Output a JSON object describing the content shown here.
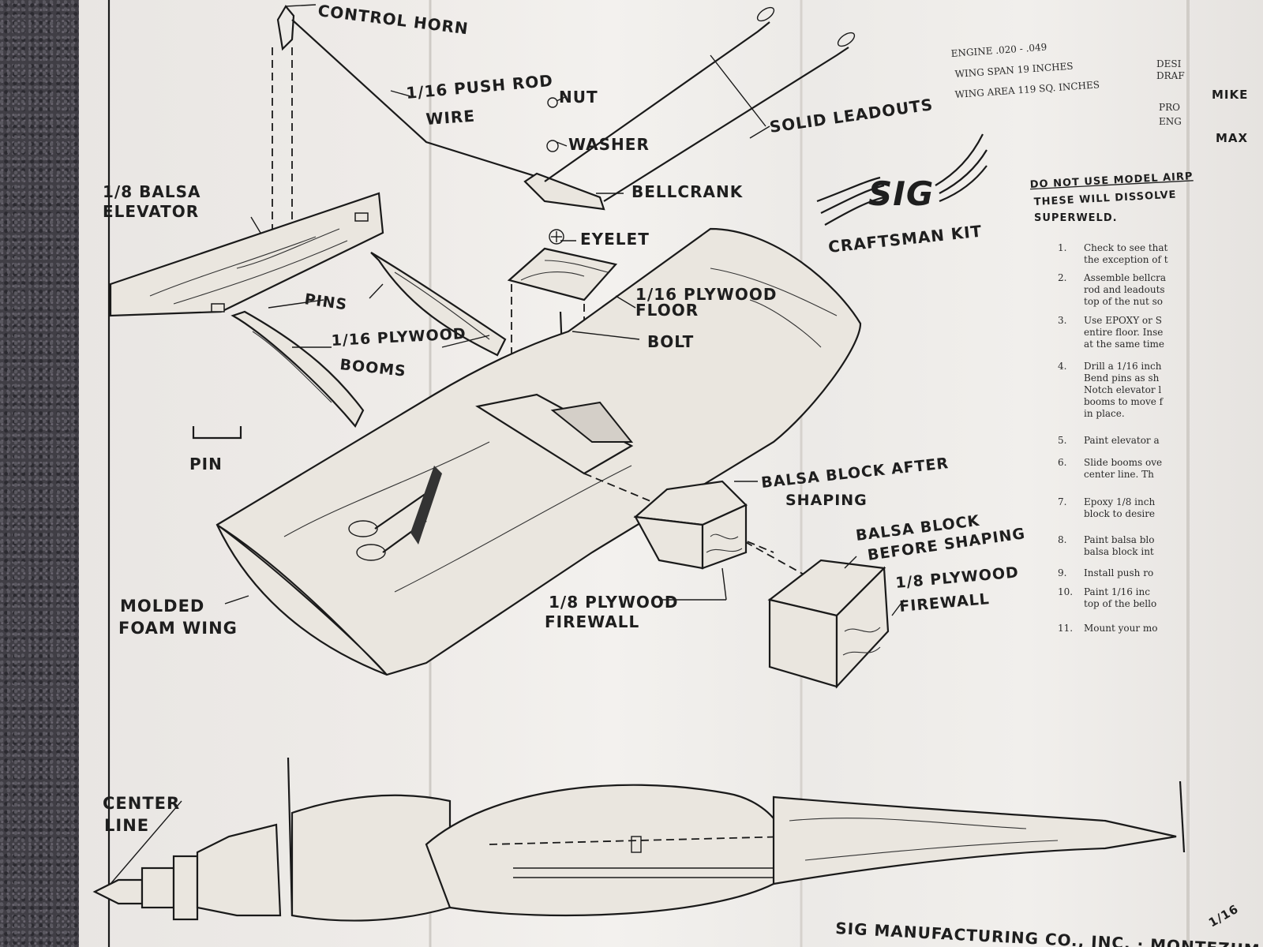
{
  "labels": {
    "control_horn": "CONTROL HORN",
    "push_rod_1": "1/16  PUSH ROD",
    "push_rod_2": "WIRE",
    "nut": "NUT",
    "washer": "WASHER",
    "solid_leadouts": "SOLID LEADOUTS",
    "bellcrank": "BELLCRANK",
    "elevator_1": "1/8 BALSA",
    "elevator_2": "ELEVATOR",
    "eyelet": "EYELET",
    "plywood_floor_1": "1/16 PLYWOOD",
    "plywood_floor_2": "FLOOR",
    "pins": "PINS",
    "bolt": "BOLT",
    "booms_1": "1/16 PLYWOOD",
    "booms_2": "BOOMS",
    "pin": "PIN",
    "balsa_after_1": "BALSA BLOCK AFTER",
    "balsa_after_2": "SHAPING",
    "balsa_before_1": "BALSA BLOCK",
    "balsa_before_2": "BEFORE SHAPING",
    "firewall_left_1": "1/8 PLYWOOD",
    "firewall_left_2": "FIREWALL",
    "firewall_right_1": "1/8 PLYWOOD",
    "firewall_right_2": "FIREWALL",
    "foam_wing_1": "MOLDED",
    "foam_wing_2": "FOAM WING",
    "center_line_1": "CENTER",
    "center_line_2": "LINE",
    "right_stab": "1/16"
  },
  "logo": {
    "brand": "SIG",
    "kit": "CRAFTSMAN KIT"
  },
  "specs": {
    "engine": "ENGINE .020 - .049",
    "span": "WING SPAN 19 INCHES",
    "area": "WING AREA 119 SQ. INCHES"
  },
  "credits": {
    "line1": "DESI",
    "line2": "DRAF",
    "line3": "MIKE",
    "line4": "PRO",
    "line5": "ENG",
    "line6": "MAX"
  },
  "instructions": {
    "warning_1": "DO NOT USE MODEL AIRP",
    "warning_2": "THESE WILL DISSOLVE",
    "warning_3": "SUPERWELD.",
    "steps": [
      {
        "num": "1.",
        "text": "Check to see that",
        "text2": "the exception of t"
      },
      {
        "num": "2.",
        "text": "Assemble bellcra",
        "text2": "rod and leadouts",
        "text3": "top of the nut so"
      },
      {
        "num": "3.",
        "text": "Use EPOXY or S",
        "text2": "entire floor. Inse",
        "text3": "at the same time"
      },
      {
        "num": "4.",
        "text": "Drill a 1/16 inch",
        "text2": "Bend pins as sh",
        "text3": "Notch elevator l",
        "text4": "booms to move f",
        "text5": "in place."
      },
      {
        "num": "5.",
        "text": "Paint elevator a"
      },
      {
        "num": "6.",
        "text": "Slide booms ove",
        "text2": "center line.  Th"
      },
      {
        "num": "7.",
        "text": "Epoxy 1/8 inch",
        "text2": "block to desire"
      },
      {
        "num": "8.",
        "text": "Paint balsa blo",
        "text2": "balsa block int"
      },
      {
        "num": "9.",
        "text": "Install push ro"
      },
      {
        "num": "10.",
        "text": "Paint 1/16 inc",
        "text2": "top of the bello"
      },
      {
        "num": "11.",
        "text": "Mount your mo"
      }
    ]
  },
  "footer": {
    "company": "SIG MANUFACTURING CO., INC. ·  MONTEZUM"
  }
}
